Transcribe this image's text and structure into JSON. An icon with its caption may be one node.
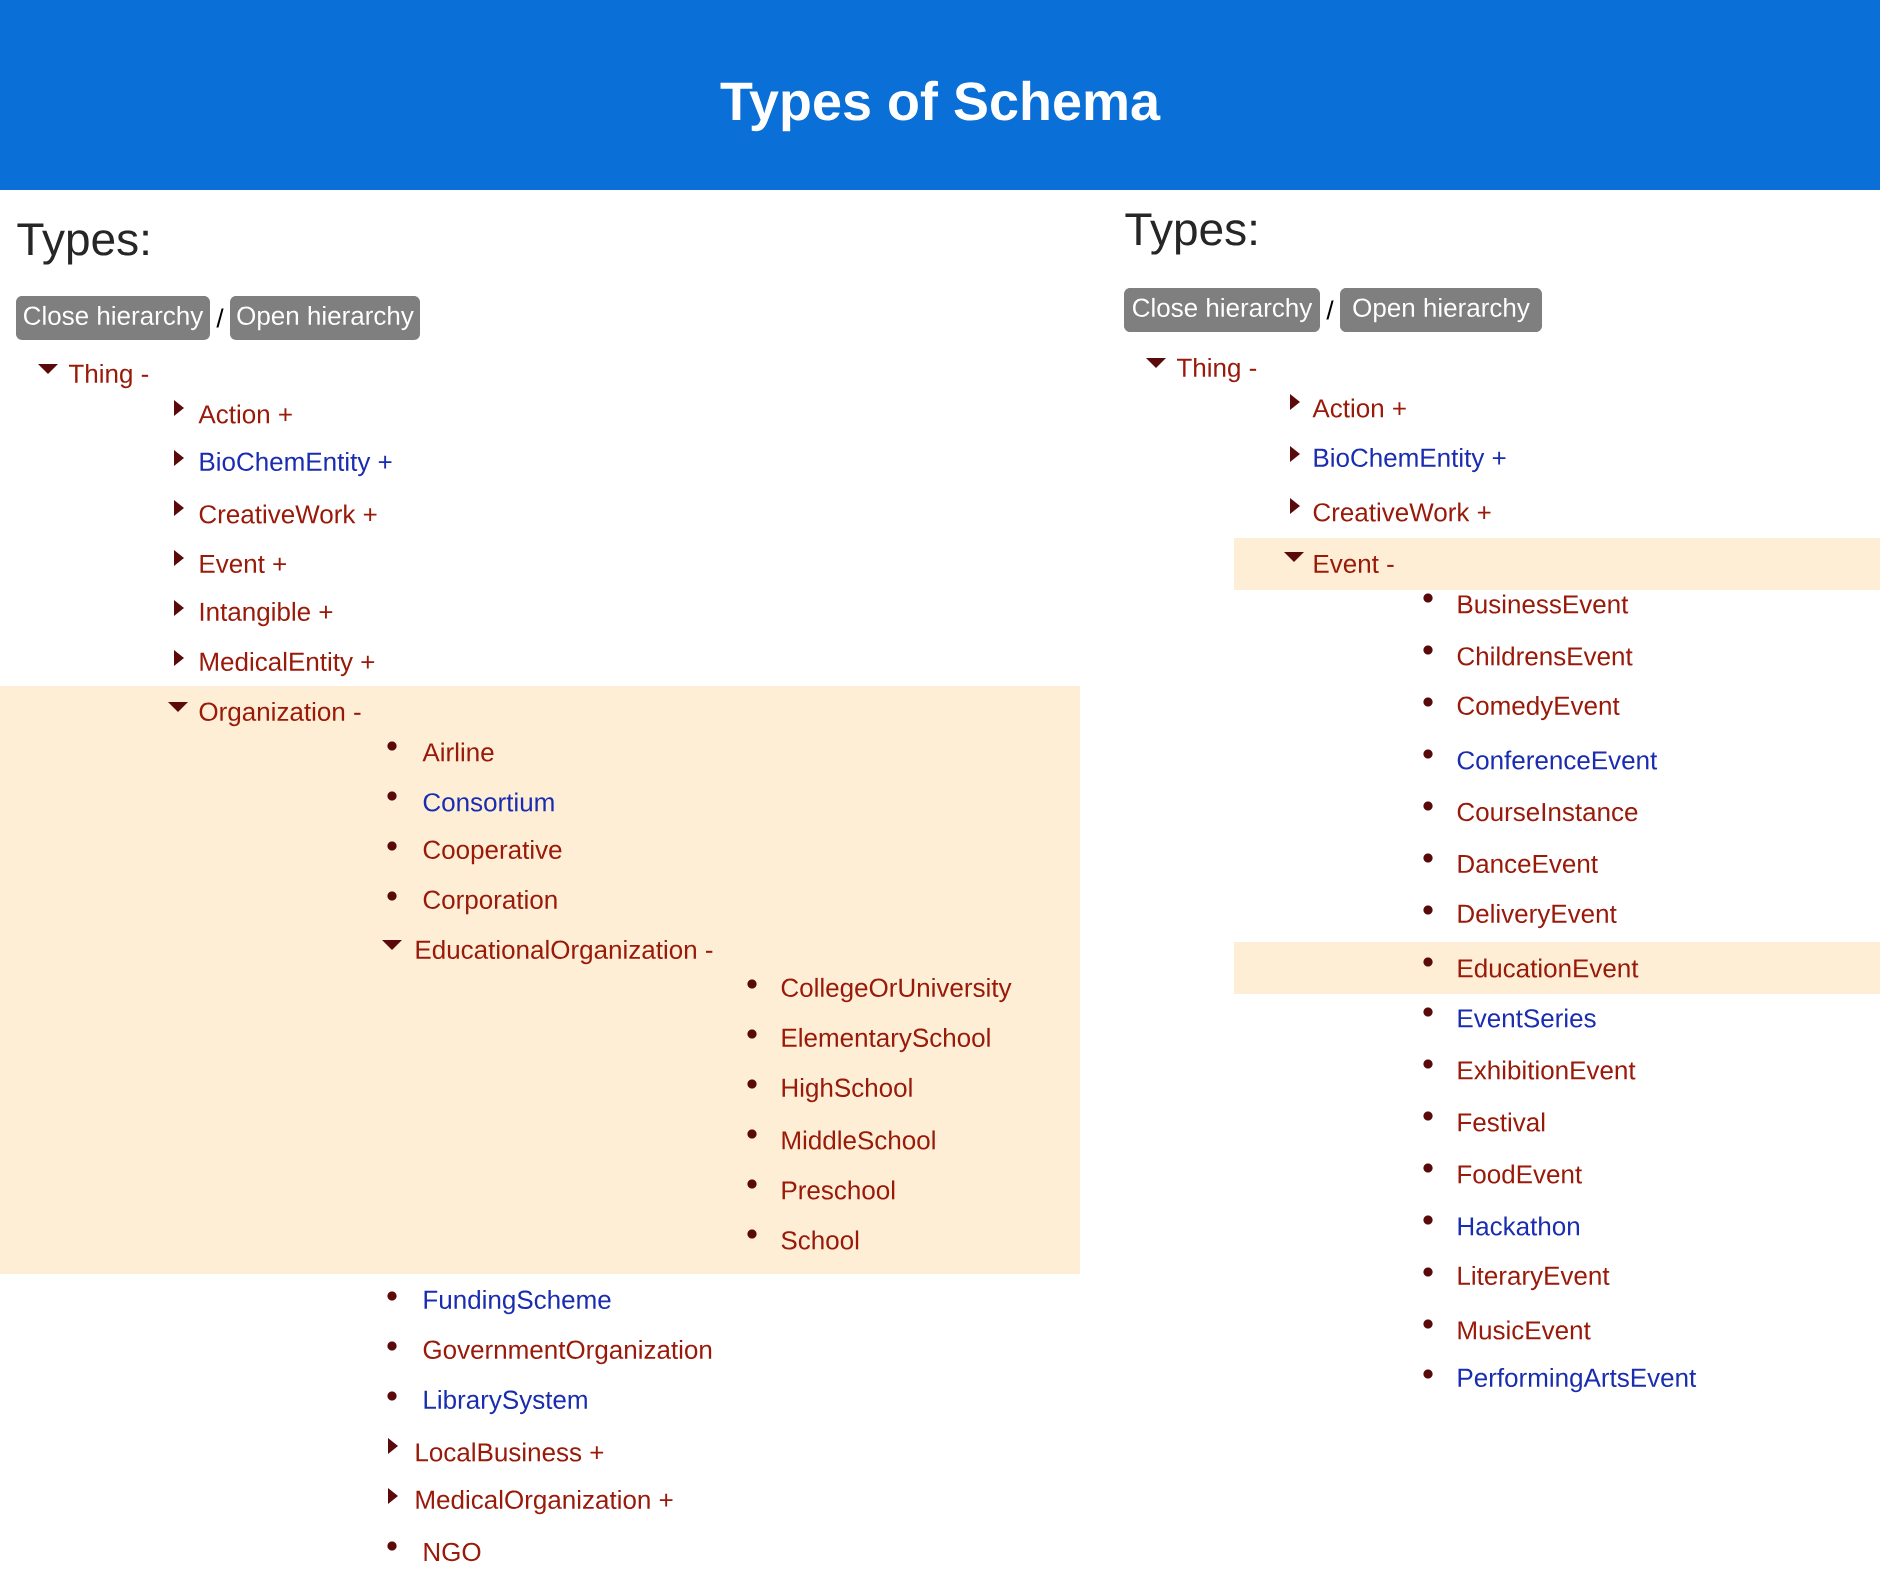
{
  "diagram": {
    "title": "Types of Schema",
    "nodes": [
      {
        "text": [
          "Close hierarchy"
        ]
      },
      {
        "text": [
          "Open hierarchy"
        ]
      },
      {
        "text": [
          "Organization -",
          "Airline",
          "Consortium",
          "Cooperative",
          "Corporation",
          "EducationalOrganization -",
          "CollegeOrUniversity",
          "ElementarySchool",
          "HighSchool",
          "MiddleSchool",
          "Preschool",
          "School"
        ]
      },
      {
        "text": [
          "Close hierarchy"
        ]
      },
      {
        "text": [
          "Open hierarchy"
        ]
      },
      {
        "text": [
          "Event -"
        ]
      },
      {
        "text": [
          "EducationEvent"
        ]
      }
    ],
    "labels": [
      "Types:",
      "/",
      "Thing -",
      "Action +",
      "BioChemEntity +",
      "CreativeWork +",
      "Event +",
      "Intangible +",
      "MedicalEntity +",
      "FundingScheme",
      "GovernmentOrganization",
      "LibrarySystem",
      "LocalBusiness +",
      "MedicalOrganization +",
      "NGO",
      "Types:",
      "/",
      "Thing -",
      "Action +",
      "BioChemEntity +",
      "CreativeWork +",
      "BusinessEvent",
      "ChildrensEvent",
      "ComedyEvent",
      "ConferenceEvent",
      "CourseInstance",
      "DanceEvent",
      "DeliveryEvent",
      "EventSeries",
      "ExhibitionEvent",
      "Festival",
      "FoodEvent",
      "Hackathon",
      "LiteraryEvent",
      "MusicEvent",
      "PerformingArtsEvent"
    ]
  }
}
